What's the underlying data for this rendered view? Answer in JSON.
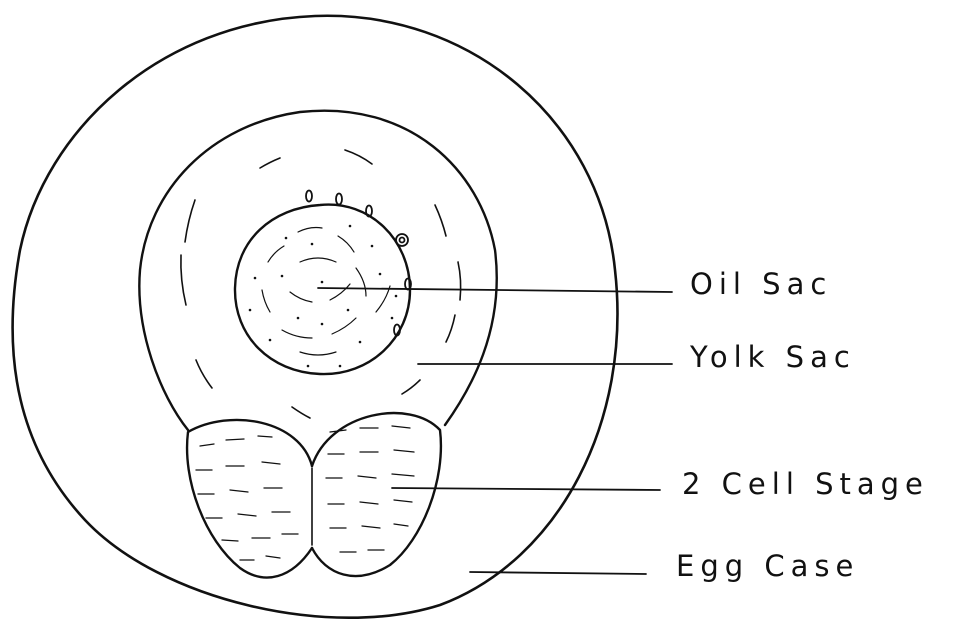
{
  "labels": {
    "oil_sac": "Oil Sac",
    "yolk_sac": "Yolk Sac",
    "two_cell_stage": "2 Cell Stage",
    "egg_case": "Egg Case"
  },
  "colors": {
    "ink": "#111111",
    "paper": "#ffffff"
  }
}
